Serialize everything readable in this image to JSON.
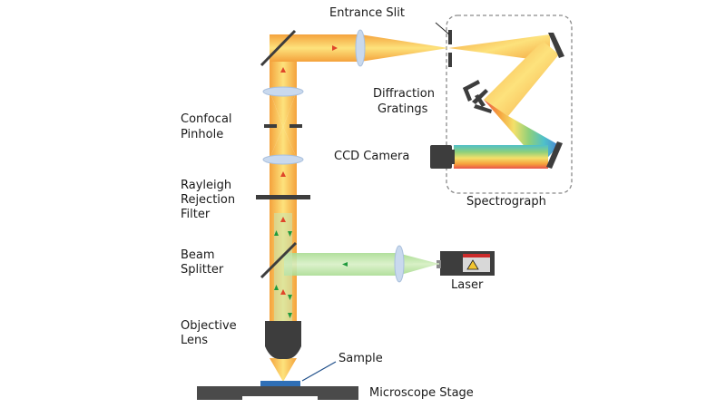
{
  "labels": {
    "entrance_slit": "Entrance Slit",
    "diffraction_1": "Diffraction",
    "diffraction_2": "Gratings",
    "ccd_camera": "CCD Camera",
    "spectrograph": "Spectrograph",
    "confocal_1": "Confocal",
    "confocal_2": "Pinhole",
    "rayleigh_1": "Rayleigh",
    "rayleigh_2": "Rejection",
    "rayleigh_3": "Filter",
    "beam_1": "Beam",
    "beam_2": "Splitter",
    "laser": "Laser",
    "objective_1": "Objective",
    "objective_2": "Lens",
    "sample": "Sample",
    "stage": "Microscope Stage"
  },
  "colors": {
    "raman_beam_outer": "#f2a23a",
    "raman_beam_inner": "#fde07a",
    "laser_beam": "#b6e3a1",
    "laser_arrow": "#1f9a3c",
    "raman_arrow": "#e0462a",
    "lens": "#c9d9ee",
    "dark_component": "#3d3d3d",
    "sample": "#2f6fb6",
    "spectro_border": "#8a8a8a"
  }
}
